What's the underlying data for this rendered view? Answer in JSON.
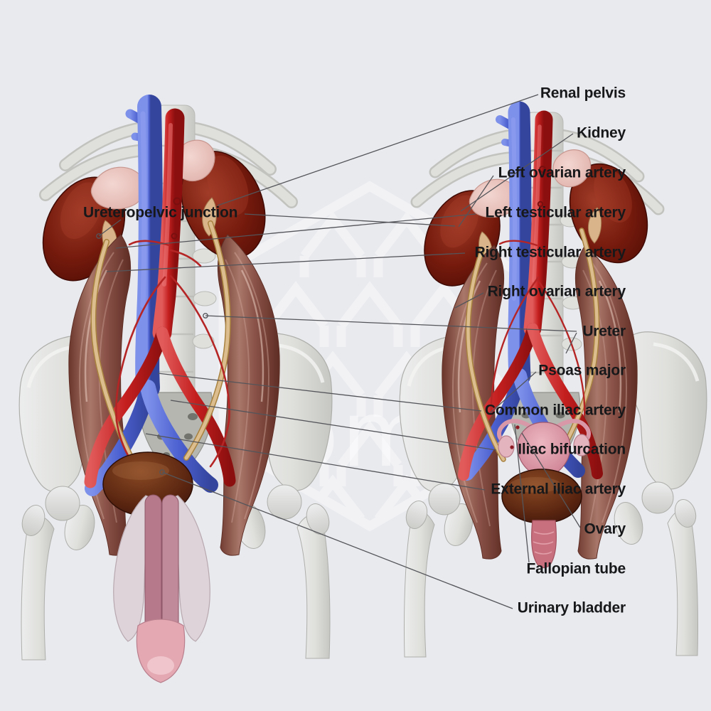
{
  "watermark": {
    "logo": "anatomy-app-hexagon-logo",
    "text": "omy"
  },
  "labels": [
    {
      "id": "renal-pelvis",
      "text": "Renal pelvis"
    },
    {
      "id": "kidney",
      "text": "Kidney"
    },
    {
      "id": "left-ovarian-artery",
      "text": "Left ovarian artery"
    },
    {
      "id": "ureteropelvic-junction",
      "text": "Ureteropelvic junction"
    },
    {
      "id": "left-testicular-artery",
      "text": "Left testicular artery"
    },
    {
      "id": "right-testicular-artery",
      "text": "Right testicular artery"
    },
    {
      "id": "right-ovarian-artery",
      "text": "Right ovarian artery"
    },
    {
      "id": "ureter",
      "text": "Ureter"
    },
    {
      "id": "psoas-major",
      "text": "Psoas major"
    },
    {
      "id": "common-iliac-artery",
      "text": "Common iliac artery"
    },
    {
      "id": "iliac-bifurcation",
      "text": "Iliac bifurcation"
    },
    {
      "id": "external-iliac-artery",
      "text": "External iliac artery"
    },
    {
      "id": "ovary",
      "text": "Ovary"
    },
    {
      "id": "fallopian-tube",
      "text": "Fallopian tube"
    },
    {
      "id": "urinary-bladder",
      "text": "Urinary bladder"
    }
  ],
  "colors": {
    "background": "#e9eaee",
    "label_text": "#17181a",
    "leader_line": "#54555a",
    "artery_red": "#c32222",
    "vein_blue": "#5166d6",
    "kidney_maroon": "#6e150b",
    "bone": "#dcddd9",
    "muscle": "#94584e",
    "bladder_brown": "#53220e",
    "adrenal_pink": "#ecc6c1",
    "ureter_tan": "#d9b98c",
    "uterus_pink": "#d795a4",
    "watermark_white": "#ffffff"
  }
}
